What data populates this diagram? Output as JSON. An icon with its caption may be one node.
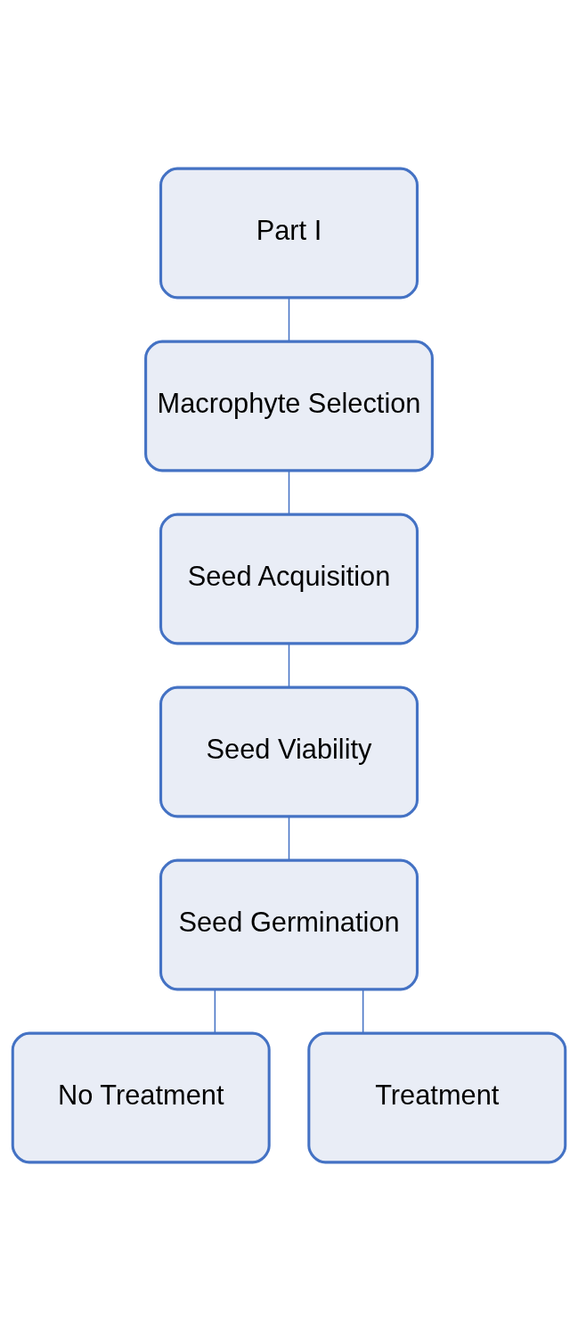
{
  "diagram": {
    "nodes": [
      {
        "text": [
          "Part I"
        ]
      },
      {
        "text": [
          "Macrophyte Selection"
        ]
      },
      {
        "text": [
          "Seed Acquisition"
        ]
      },
      {
        "text": [
          "Seed Viability"
        ]
      },
      {
        "text": [
          "Seed Germination"
        ]
      },
      {
        "text": [
          "No Treatment"
        ]
      },
      {
        "text": [
          "Treatment"
        ]
      }
    ],
    "edges": [
      {
        "from": 0,
        "to": 1,
        "arrow": "none"
      },
      {
        "from": 1,
        "to": 2,
        "arrow": "none"
      },
      {
        "from": 2,
        "to": 3,
        "arrow": "none"
      },
      {
        "from": 3,
        "to": 4,
        "arrow": "none"
      },
      {
        "from": 4,
        "to": 5,
        "arrow": "none"
      },
      {
        "from": 4,
        "to": 6,
        "arrow": "none"
      }
    ]
  }
}
